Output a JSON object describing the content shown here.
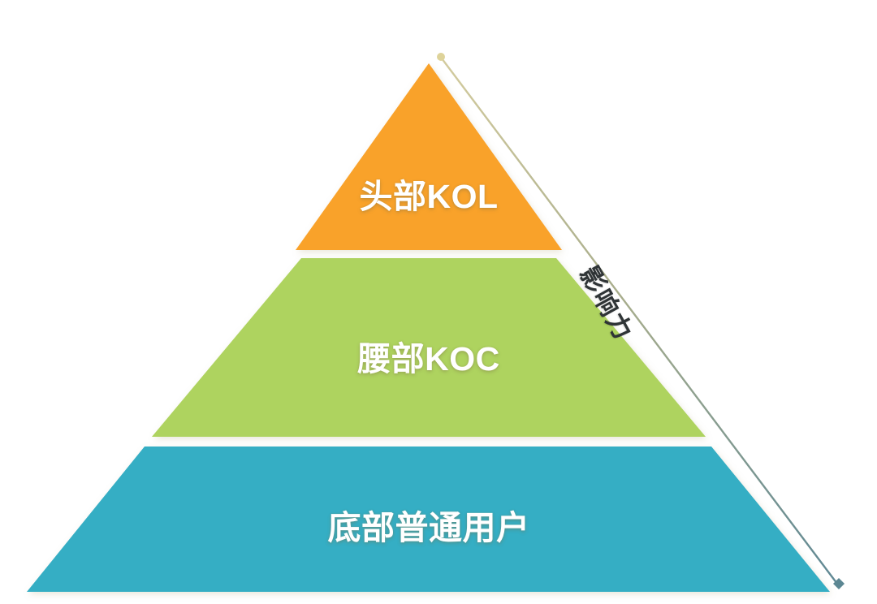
{
  "diagram": {
    "type": "pyramid",
    "background_color": "#ffffff",
    "title": "",
    "axis": {
      "label": "影响力",
      "meaning": "influence",
      "direction": "top-to-bottom",
      "line_color_top": "#c9c39a",
      "line_color_bottom": "#6f8d96",
      "start_marker": "dot",
      "end_marker": "diamond"
    },
    "tiers": [
      {
        "id": "top",
        "label": "头部KOL",
        "color": "#F9A22B",
        "text_color": "#ffffff",
        "position": "apex"
      },
      {
        "id": "middle",
        "label": "腰部KOC",
        "color": "#AED35E",
        "text_color": "#ffffff",
        "position": "waist"
      },
      {
        "id": "bottom",
        "label": "底部普通用户",
        "color": "#34AEC4",
        "text_color": "#ffffff",
        "position": "base"
      }
    ]
  }
}
